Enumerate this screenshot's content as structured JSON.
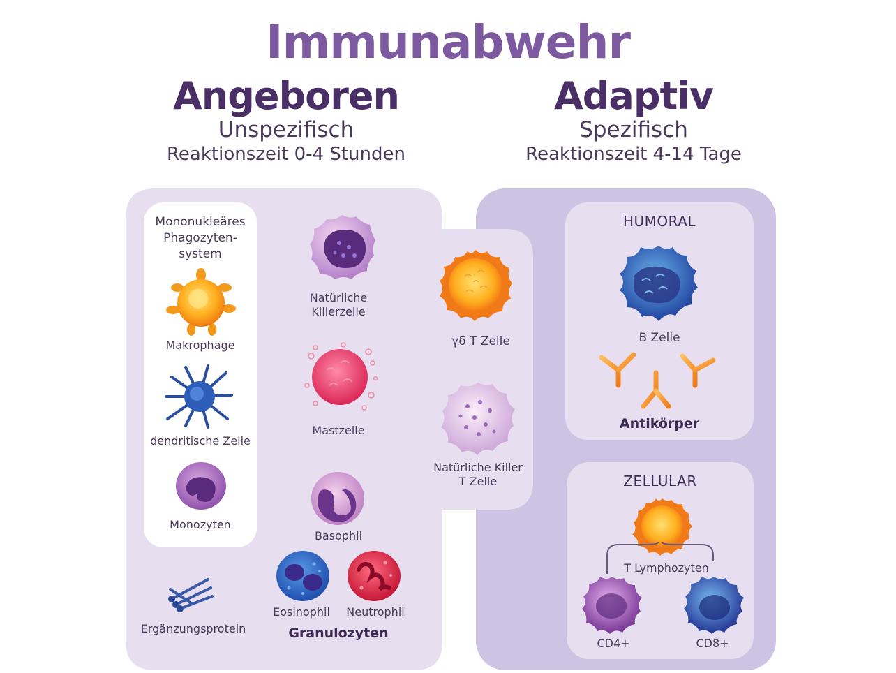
{
  "title": "Immunabwehr",
  "innate": {
    "heading": "Angeboren",
    "subheading": "Unspezifisch",
    "reaction_time": "Reaktionszeit 0-4 Stunden",
    "mps_title": "Mononukleäres Phagozyten-system",
    "mps_lines": [
      "Mononukleäres",
      "Phagozyten-",
      "system"
    ],
    "macrophage": "Makrophage",
    "dendritic": "dendritische Zelle",
    "monocyte": "Monozyten",
    "complement": "Ergänzungsprotein",
    "nk_lines": [
      "Natürliche",
      "Killerzelle"
    ],
    "mast": "Mastzelle",
    "basophil": "Basophil",
    "eosinophil": "Eosinophil",
    "neutrophil": "Neutrophil",
    "granulocytes": "Granulozyten",
    "gd_t": "γδ T Zelle",
    "nkt_lines": [
      "Natürliche Killer",
      "T Zelle"
    ]
  },
  "adaptive": {
    "heading": "Adaptiv",
    "subheading": "Spezifisch",
    "reaction_time": "Reaktionszeit 4-14 Tage",
    "humoral": "HUMORAL",
    "b_cell": "B Zelle",
    "antibodies": "Antikörper",
    "cellular": "ZELLULAR",
    "t_lymph": "T Lymphozyten",
    "cd4": "CD4+",
    "cd8": "CD8+"
  },
  "colors": {
    "innate_panel": "#e7dff0",
    "adaptive_panel": "#cdc3e3",
    "title": "#7d5aa0",
    "heading": "#4a2e66"
  }
}
